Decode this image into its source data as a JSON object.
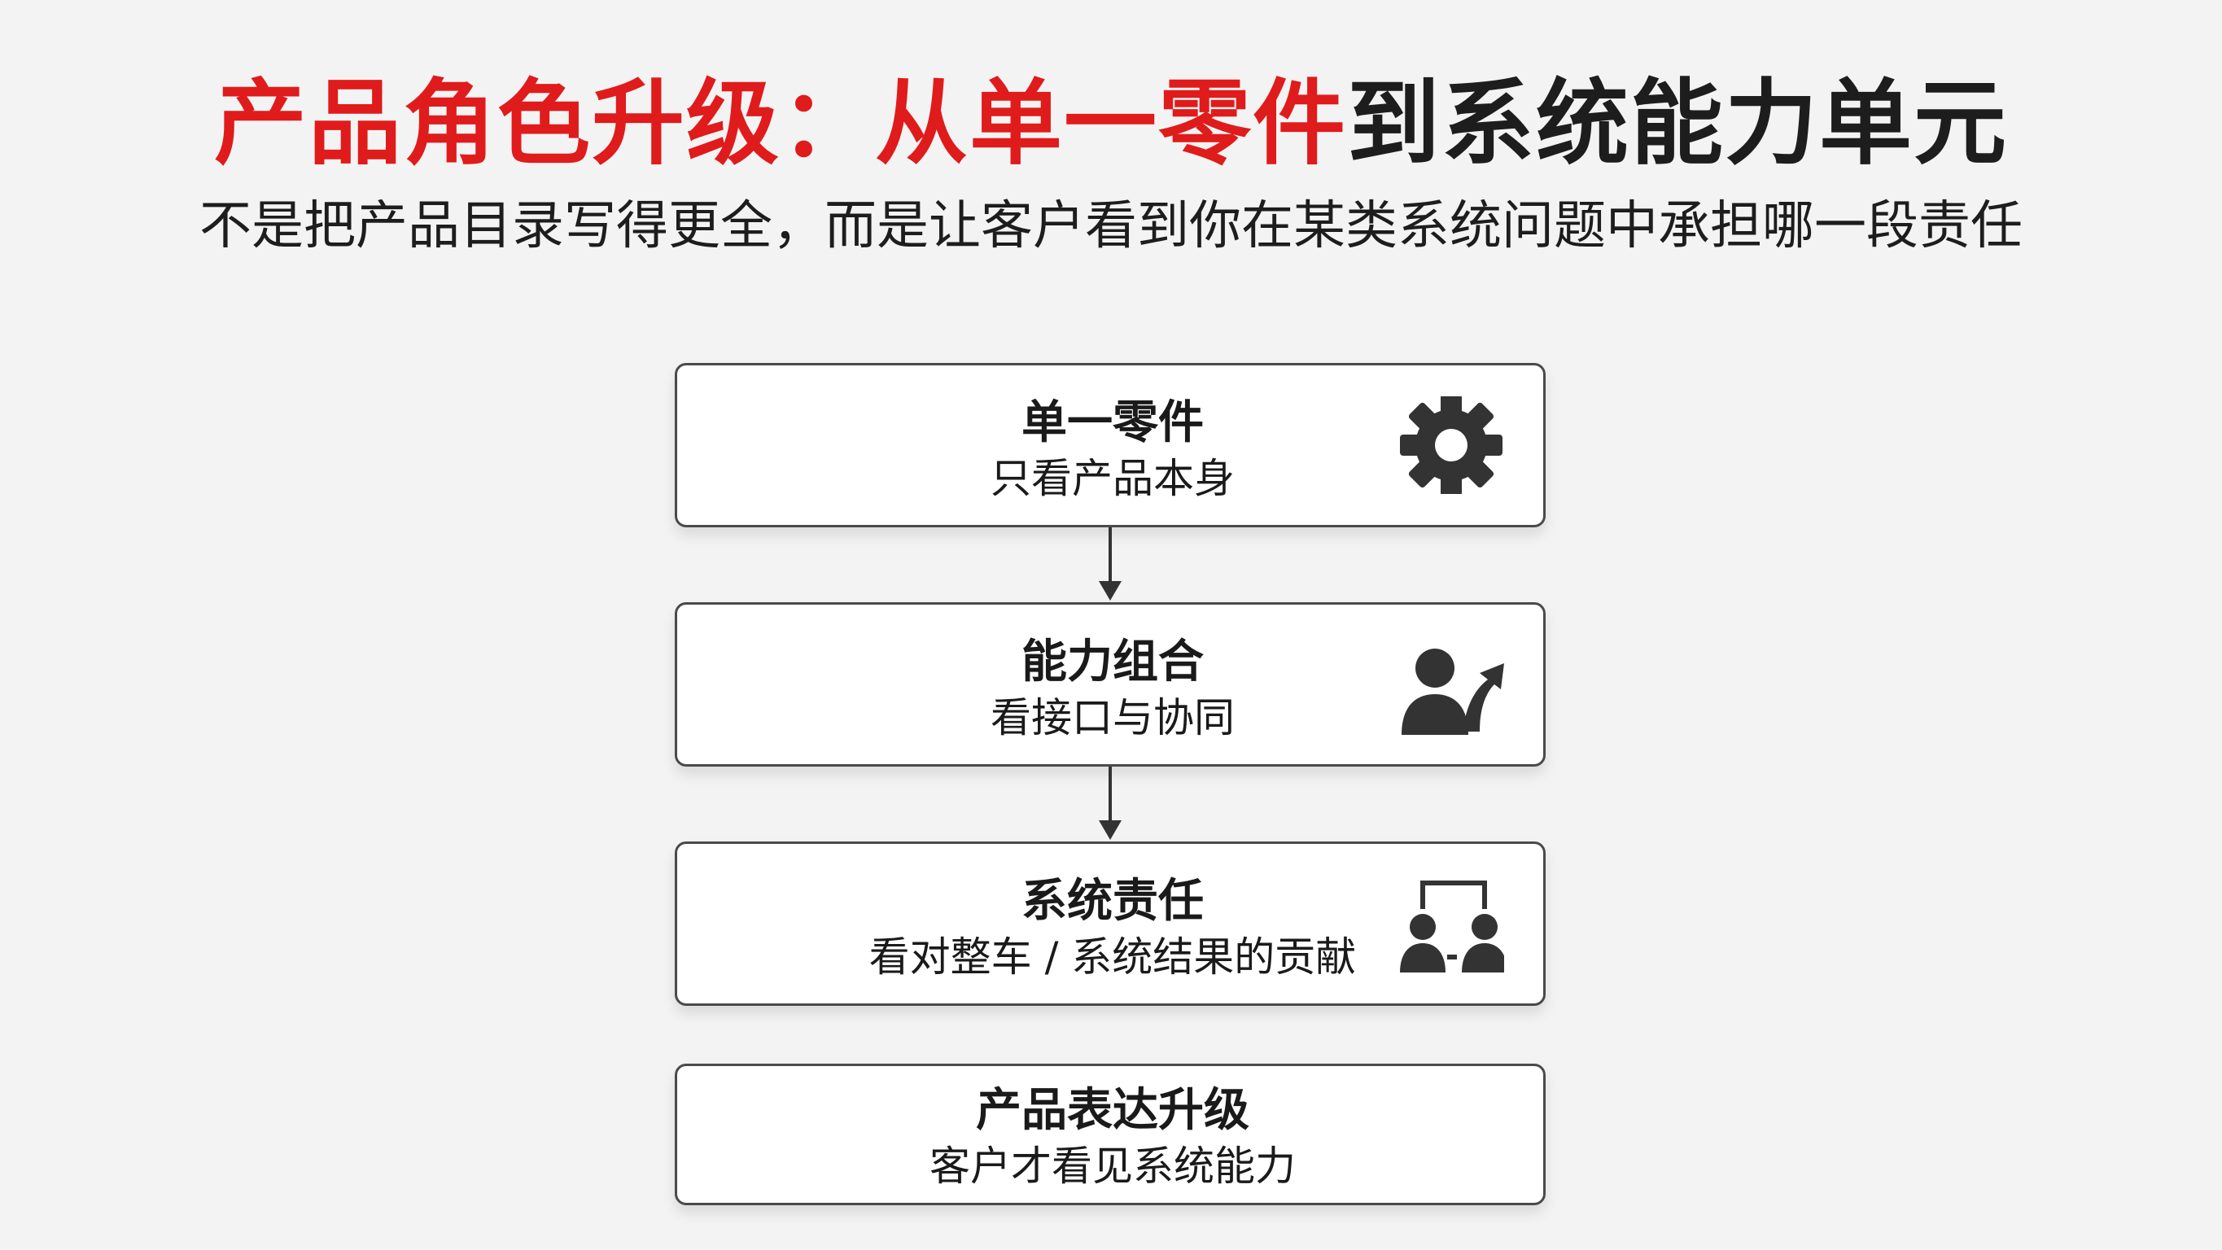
{
  "header": {
    "title_red": "产品角色升级：从单一零件",
    "title_dark": "到系统能力单元",
    "subtitle": "不是把产品目录写得更全，而是让客户看到你在某类系统问题中承担哪一段责任"
  },
  "flow": {
    "steps": [
      {
        "title": "单一零件",
        "description": "只看产品本身",
        "icon": "gear-icon"
      },
      {
        "title": "能力组合",
        "description": "看接口与协同",
        "icon": "person-arrow-up-icon"
      },
      {
        "title": "系统责任",
        "description": "看对整车 / 系统结果的贡献",
        "icon": "people-link-icon"
      },
      {
        "title": "产品表达升级",
        "description": "客户才看见系统能力",
        "icon": ""
      }
    ]
  },
  "colors": {
    "accent_red": "#e01b1b",
    "text_dark": "#1d1d1d",
    "box_border": "#4a4a4a",
    "icon_fill": "#333333",
    "background": "#f3f3f3"
  }
}
